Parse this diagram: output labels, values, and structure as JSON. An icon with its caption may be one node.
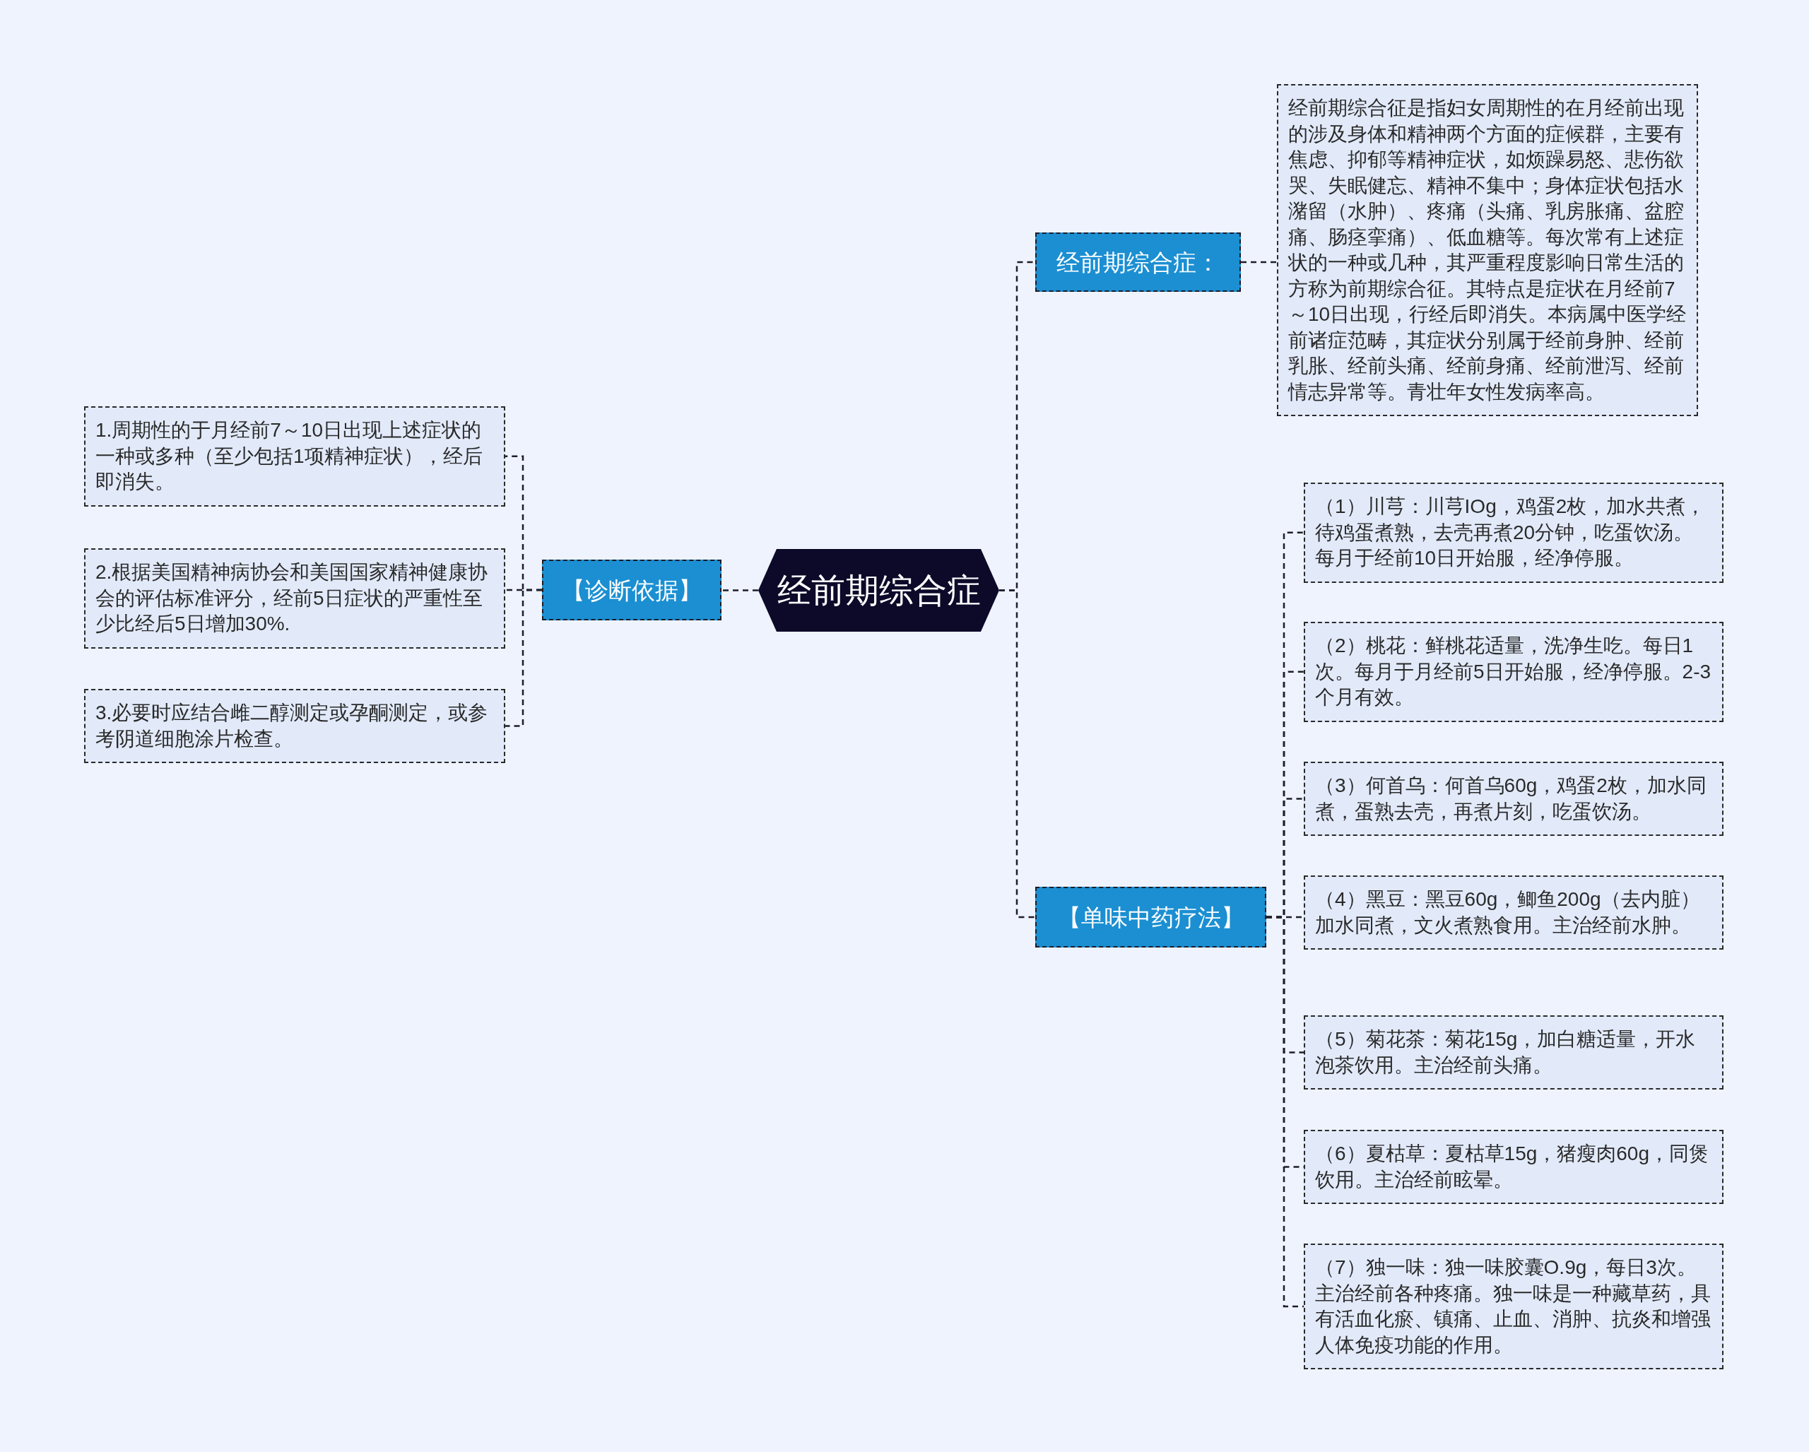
{
  "diagram": {
    "nodes": [
      {
        "text": [
          "经前期综合症"
        ]
      },
      {
        "text": [
          "【诊断依据】"
        ]
      },
      {
        "text": [
          "1.周期性的于月经前7～10日出现上述症状的一种或多种（至少包括1项精神症状），经后即消失。"
        ]
      },
      {
        "text": [
          "2.根据美国精神病协会和美国国家精神健康协会的评估标准评分，经前5日症状的严重性至少比经后5日增加30%."
        ]
      },
      {
        "text": [
          "3.必要时应结合雌二醇测定或孕酮测定，或参考阴道细胞涂片检查。"
        ]
      },
      {
        "text": [
          "经前期综合症："
        ]
      },
      {
        "text": [
          "经前期综合征是指妇女周期性的在月经前出现的涉及身体和精神两个方面的症候群，主要有焦虑、抑郁等精神症状，如烦躁易怒、悲伤欲哭、失眠健忘、精神不集中；身体症状包括水潴留（水肿）、疼痛（头痛、乳房胀痛、盆腔痛、肠痉挛痛）、低血糖等。每次常有上述症状的一种或几种，其严重程度影响日常生活的方称为前期综合征。其特点是症状在月经前7～10日出现，行经后即消失。本病属中医学经前诸症范畴，其症状分别属于经前身肿、经前乳胀、经前头痛、经前身痛、经前泄泻、经前情志异常等。青壮年女性发病率高。"
        ]
      },
      {
        "text": [
          "【单味中药疗法】"
        ]
      },
      {
        "text": [
          "（1）川芎：川芎IOg，鸡蛋2枚，加水共煮，待鸡蛋煮熟，去壳再煮20分钟，吃蛋饮汤。每月于经前10日开始服，经净停服。"
        ]
      },
      {
        "text": [
          "（2）桃花：鲜桃花适量，洗净生吃。每日1次。每月于月经前5日开始服，经净停服。2-3个月有效。"
        ]
      },
      {
        "text": [
          "（3）何首乌：何首乌60g，鸡蛋2枚，加水同煮，蛋熟去壳，再煮片刻，吃蛋饮汤。"
        ]
      },
      {
        "text": [
          "（4）黑豆：黑豆60g，鲫鱼200g（去内脏）加水同煮，文火煮熟食用。主治经前水肿。"
        ]
      },
      {
        "text": [
          "（5）菊花茶：菊花15g，加白糖适量，开水泡茶饮用。主治经前头痛。"
        ]
      },
      {
        "text": [
          "（6）夏枯草：夏枯草15g，猪瘦肉60g，同煲饮用。主治经前眩晕。"
        ]
      },
      {
        "text": [
          "（7）独一味：独一味胶囊O.9g，每日3次。主治经前各种疼痛。独一味是一种藏草药，具有活血化瘀、镇痛、止血、消肿、抗炎和增强人体免疫功能的作用。"
        ]
      }
    ],
    "edges": [
      {
        "from": 0,
        "to": 1,
        "arrow": "none"
      },
      {
        "from": 1,
        "to": 2,
        "arrow": "none"
      },
      {
        "from": 1,
        "to": 3,
        "arrow": "none"
      },
      {
        "from": 1,
        "to": 4,
        "arrow": "none"
      },
      {
        "from": 0,
        "to": 5,
        "arrow": "none"
      },
      {
        "from": 5,
        "to": 6,
        "arrow": "none"
      },
      {
        "from": 0,
        "to": 7,
        "arrow": "none"
      },
      {
        "from": 7,
        "to": 8,
        "arrow": "none"
      },
      {
        "from": 7,
        "to": 9,
        "arrow": "none"
      },
      {
        "from": 7,
        "to": 10,
        "arrow": "none"
      },
      {
        "from": 7,
        "to": 11,
        "arrow": "none"
      },
      {
        "from": 7,
        "to": 12,
        "arrow": "none"
      },
      {
        "from": 7,
        "to": 13,
        "arrow": "none"
      },
      {
        "from": 7,
        "to": 14,
        "arrow": "none"
      }
    ]
  }
}
